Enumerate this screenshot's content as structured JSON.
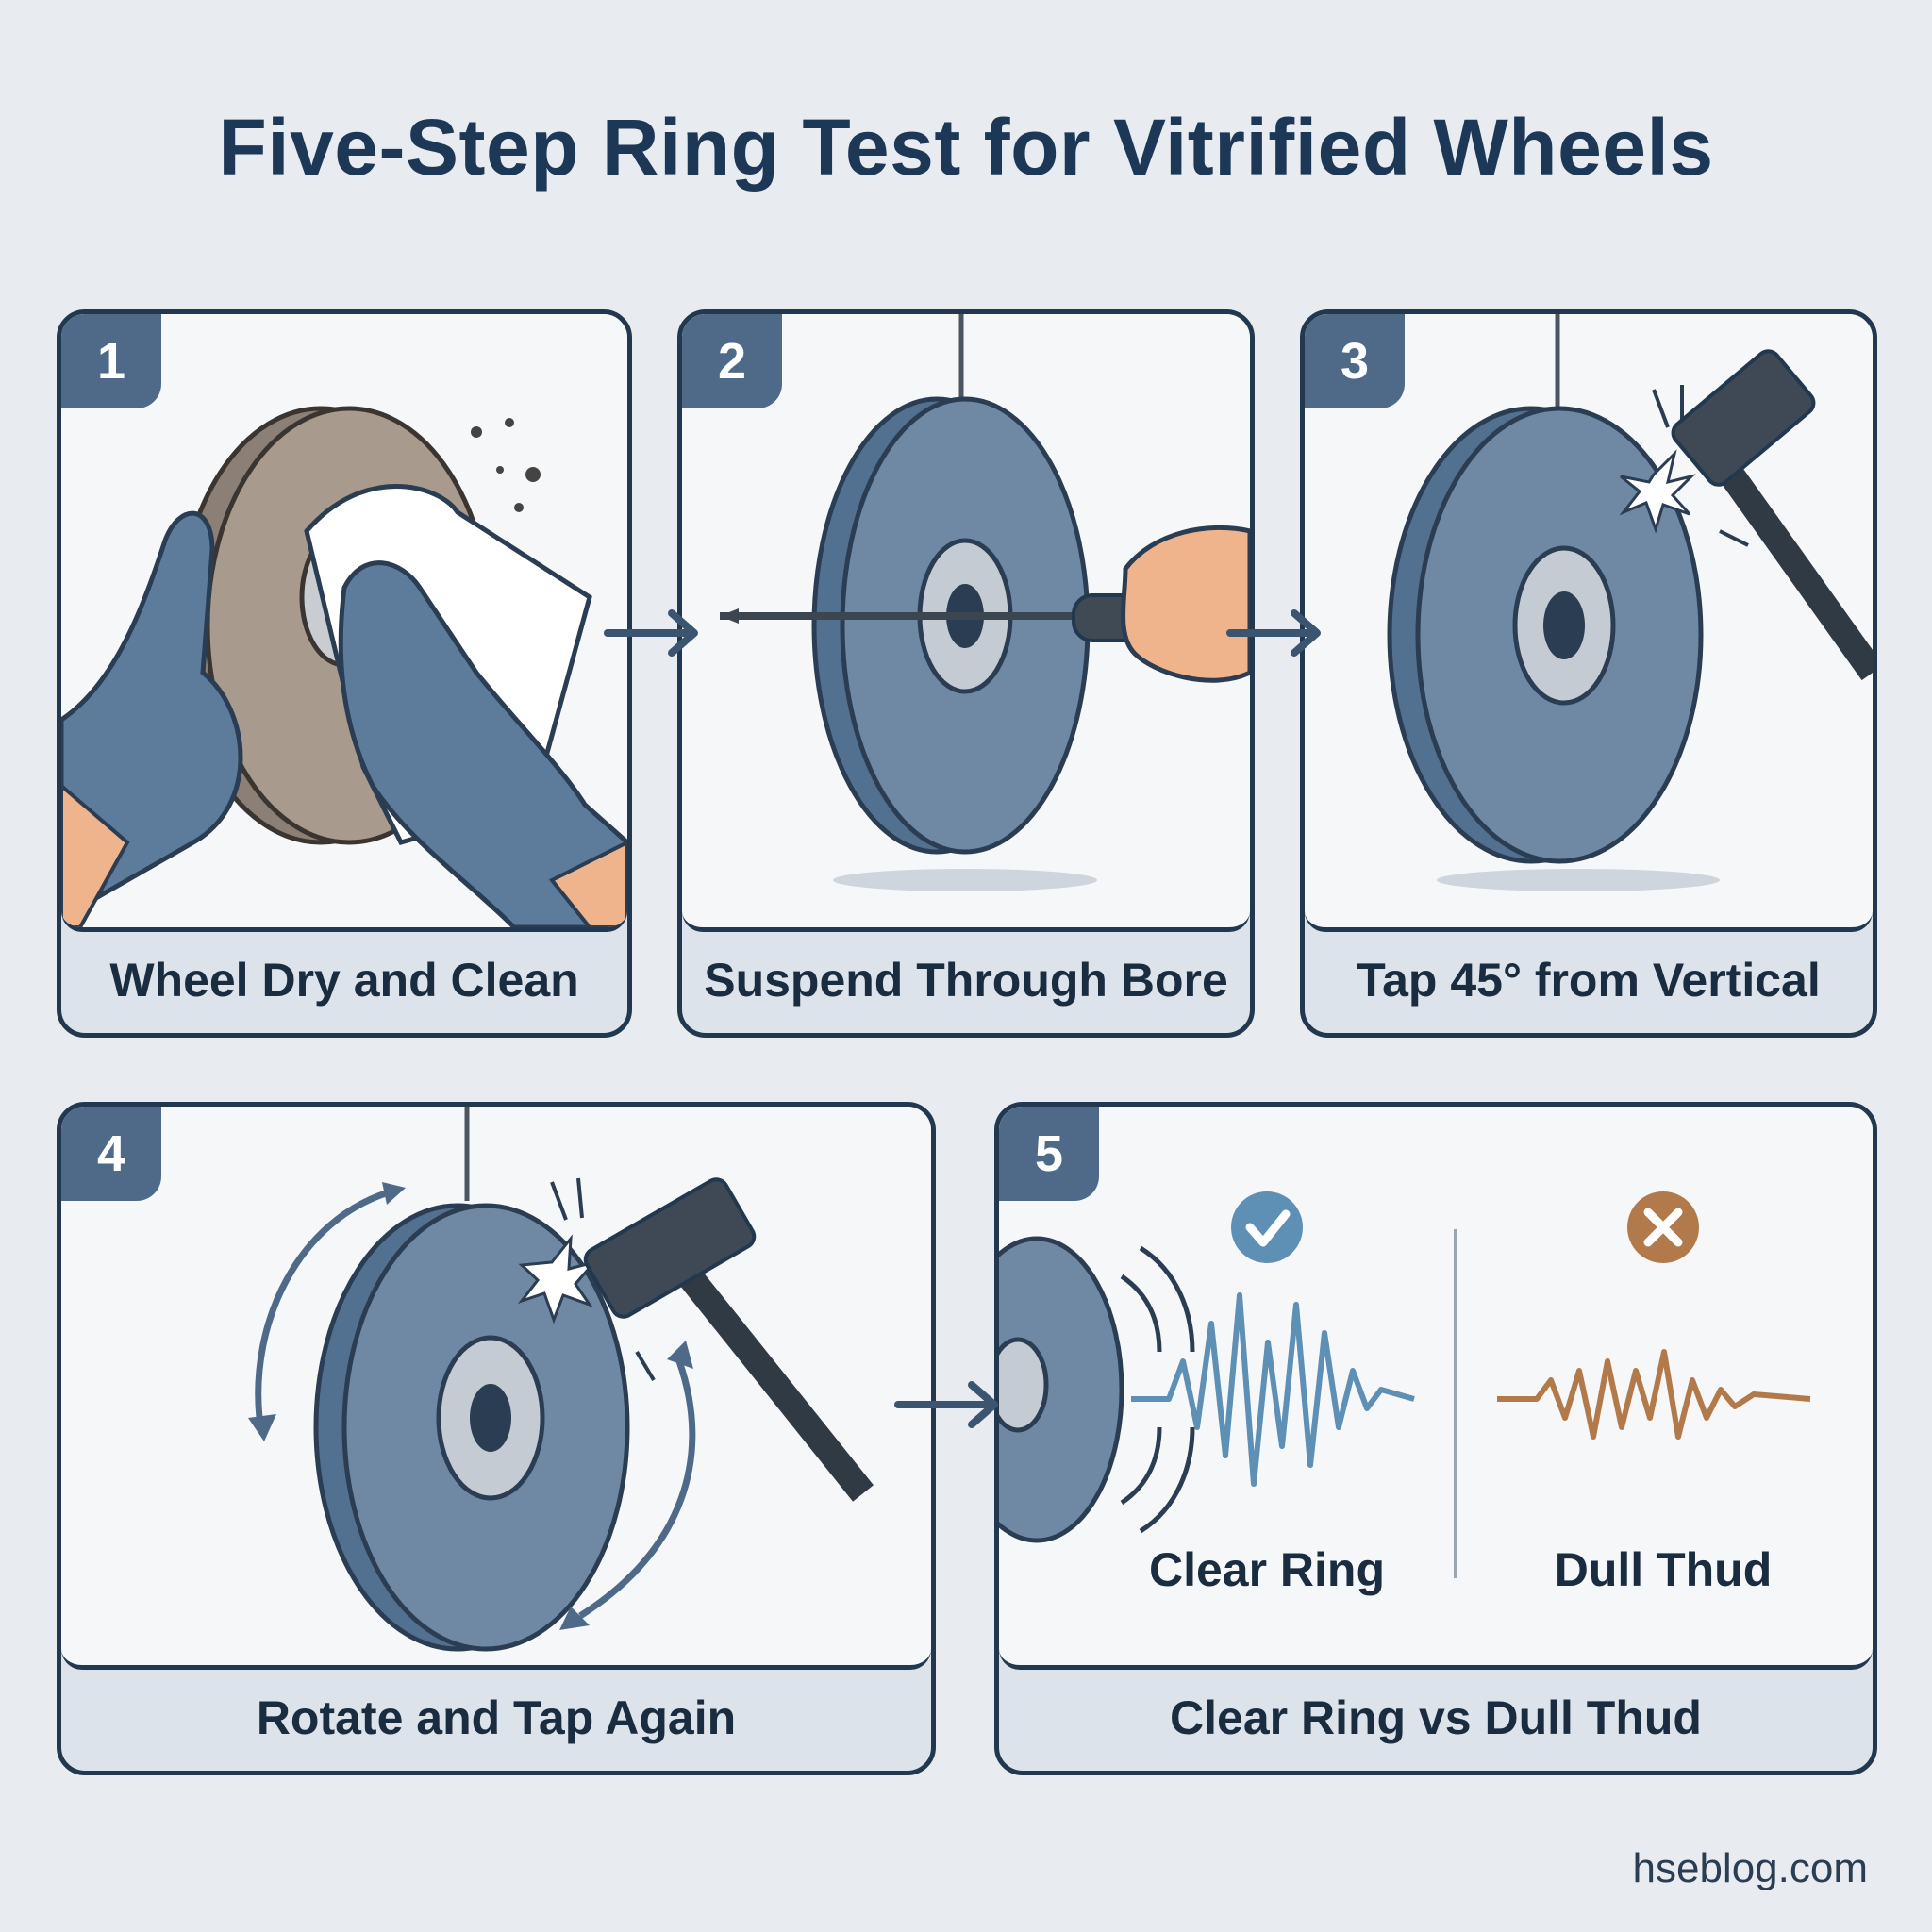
{
  "title": "Five-Step Ring Test for Vitrified Wheels",
  "steps": [
    {
      "number": "1",
      "caption": "Wheel Dry and Clean"
    },
    {
      "number": "2",
      "caption": "Suspend Through Bore"
    },
    {
      "number": "3",
      "caption": "Tap 45° from Vertical"
    },
    {
      "number": "4",
      "caption": "Rotate and Tap Again"
    },
    {
      "number": "5",
      "caption": "Clear Ring vs Dull Thud"
    }
  ],
  "comparison": {
    "good_label": "Clear Ring",
    "bad_label": "Dull Thud"
  },
  "colors": {
    "navy": "#22384f",
    "badge": "#4e6a88",
    "wheel": "#6f88a3",
    "good": "#5e8fb5",
    "bad": "#b27a4a"
  },
  "watermark": "hseblog.com"
}
